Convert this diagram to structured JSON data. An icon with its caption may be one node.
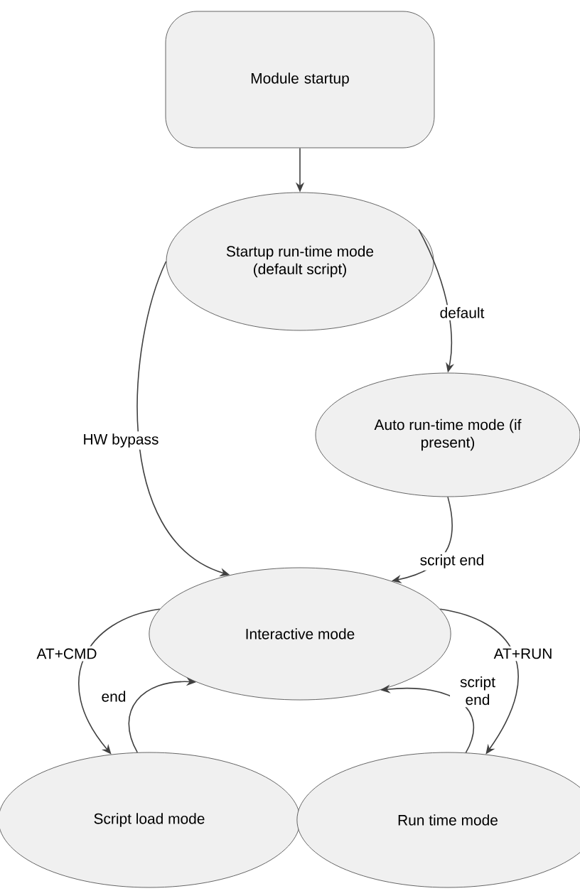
{
  "diagram": {
    "nodes": [
      {
        "text": [
          "Module startup"
        ]
      },
      {
        "text": [
          "Startup run-time mode (default script)"
        ]
      },
      {
        "text": [
          "Auto run-time mode (if present)"
        ]
      },
      {
        "text": [
          "Interactive mode"
        ]
      },
      {
        "text": [
          "Script load mode"
        ]
      },
      {
        "text": [
          "Run time mode"
        ]
      }
    ],
    "edges": [
      {
        "from": 0,
        "to": 1,
        "arrow": "to"
      },
      {
        "from": 1,
        "to": 3,
        "arrow": "to",
        "label": "HW bypass"
      },
      {
        "from": 1,
        "to": 2,
        "arrow": "to",
        "label": "default"
      },
      {
        "from": 2,
        "to": 3,
        "arrow": "to",
        "label": "script end"
      },
      {
        "from": 3,
        "to": 4,
        "arrow": "to",
        "label": "AT+CMD"
      },
      {
        "from": 4,
        "to": 3,
        "arrow": "to",
        "label": "end"
      },
      {
        "from": 3,
        "to": 5,
        "arrow": "to",
        "label": "AT+RUN"
      },
      {
        "from": 5,
        "to": 3,
        "arrow": "to",
        "label": "script end"
      }
    ]
  }
}
